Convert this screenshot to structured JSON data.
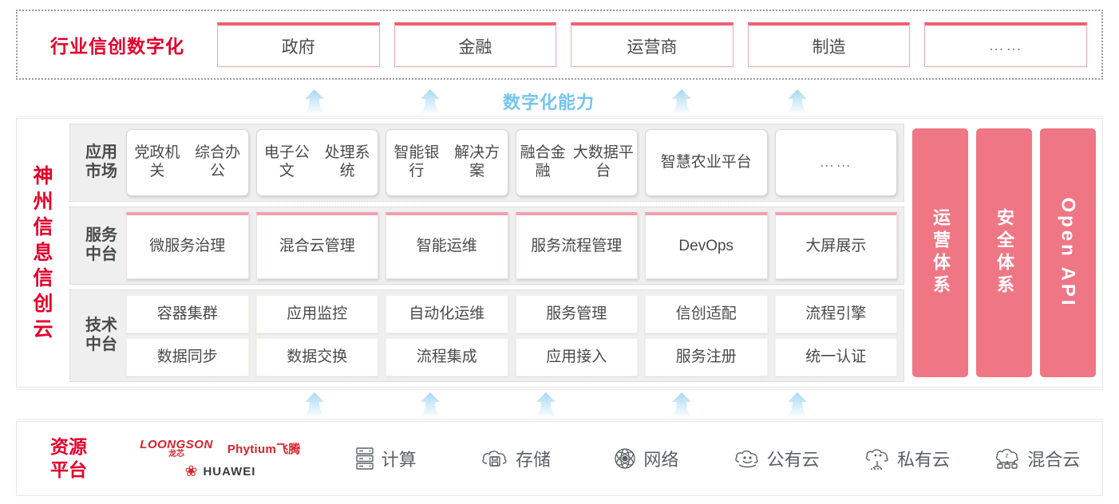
{
  "industry": {
    "title": "行业信创数字化",
    "cards": [
      {
        "label": "政府"
      },
      {
        "label": "金融"
      },
      {
        "label": "运营商"
      },
      {
        "label": "制造"
      },
      {
        "label": "……"
      }
    ]
  },
  "capability_label": "数字化能力",
  "cloud": {
    "title_chars": [
      "神",
      "州",
      "信",
      "息",
      "信",
      "创",
      "云"
    ],
    "rows": [
      {
        "key": "app",
        "label_lines": [
          "应用",
          "市场"
        ],
        "cards": [
          {
            "label": "党政机关\n综合办公"
          },
          {
            "label": "电子公文\n处理系统"
          },
          {
            "label": "智能银行\n解决方案"
          },
          {
            "label": "融合金融\n大数据平台"
          },
          {
            "label": "智慧农业\n平台"
          },
          {
            "label": "……"
          }
        ]
      },
      {
        "key": "svc",
        "label_lines": [
          "服务",
          "中台"
        ],
        "cards": [
          {
            "label": "微服务\n治理"
          },
          {
            "label": "混合云\n管理"
          },
          {
            "label": "智能运维"
          },
          {
            "label": "服务流程\n管理"
          },
          {
            "label": "DevOps"
          },
          {
            "label": "大屏展示"
          }
        ]
      },
      {
        "key": "tech",
        "label_lines": [
          "技术",
          "中台"
        ],
        "cards_top": [
          {
            "label": "容器集群"
          },
          {
            "label": "应用监控"
          },
          {
            "label": "自动化运维"
          },
          {
            "label": "服务管理"
          },
          {
            "label": "信创适配"
          },
          {
            "label": "流程引擎"
          }
        ],
        "cards_bottom": [
          {
            "label": "数据同步"
          },
          {
            "label": "数据交换"
          },
          {
            "label": "流程集成"
          },
          {
            "label": "应用接入"
          },
          {
            "label": "服务注册"
          },
          {
            "label": "统一认证"
          }
        ]
      }
    ],
    "pillars": [
      {
        "label": "运营体系",
        "orientation": "vertical-cjk"
      },
      {
        "label": "安全体系",
        "orientation": "vertical-cjk"
      },
      {
        "label": "Open API",
        "orientation": "rotated-latin"
      }
    ]
  },
  "resource": {
    "title_lines": [
      "资源",
      "平台"
    ],
    "vendors": [
      {
        "name_en": "LOONGSON",
        "name_cn": "龙芯"
      },
      {
        "name": "Phytium飞腾"
      },
      {
        "name": "HUAWEI"
      }
    ],
    "items": [
      {
        "label": "计算",
        "icon": "server-icon"
      },
      {
        "label": "存储",
        "icon": "cloud-storage-icon"
      },
      {
        "label": "网络",
        "icon": "network-mesh-icon"
      },
      {
        "label": "公有云",
        "icon": "public-cloud-icon"
      },
      {
        "label": "私有云",
        "icon": "private-cloud-icon"
      },
      {
        "label": "混合云",
        "icon": "hybrid-cloud-icon"
      }
    ]
  },
  "colors": {
    "brand_red": "#E3002B",
    "card_red_border": "#ef5f72",
    "pillar_pink": "#ef7785",
    "arrow_blue": "#bfe0f5",
    "capability_blue": "#74c5ef",
    "band_gray": "#efefef"
  }
}
